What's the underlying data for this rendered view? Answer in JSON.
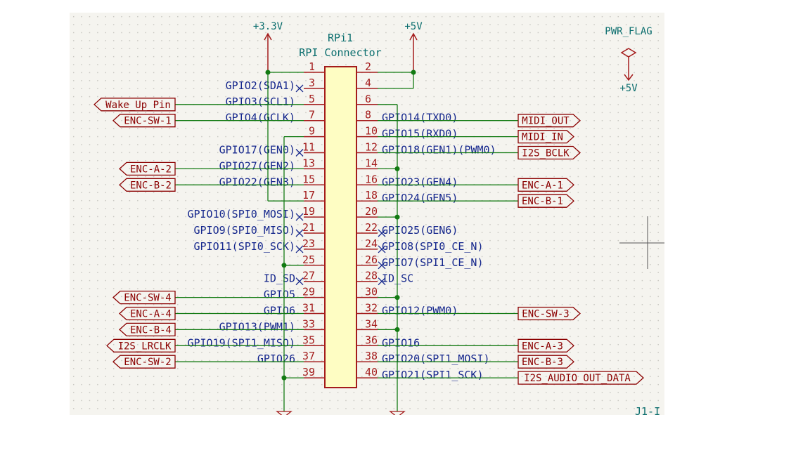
{
  "component": {
    "ref": "RPi1",
    "value": "RPI Connector"
  },
  "power": {
    "v33": "+3.3V",
    "v5": "+5V",
    "flag_title": "PWR_FLAG",
    "flag_value": "+5V"
  },
  "corner_ref": "J1-I",
  "pins_left": [
    {
      "num": "1",
      "name": ""
    },
    {
      "num": "3",
      "name": "GPIO2(SDA1)"
    },
    {
      "num": "5",
      "name": "GPIO3(SCL1)"
    },
    {
      "num": "7",
      "name": "GPIO4(GCLK)"
    },
    {
      "num": "9",
      "name": ""
    },
    {
      "num": "11",
      "name": "GPIO17(GEN0)"
    },
    {
      "num": "13",
      "name": "GPIO27(GEN2)"
    },
    {
      "num": "15",
      "name": "GPIO22(GEN3)"
    },
    {
      "num": "17",
      "name": ""
    },
    {
      "num": "19",
      "name": "GPIO10(SPI0_MOSI)"
    },
    {
      "num": "21",
      "name": "GPIO9(SPI0_MISO)"
    },
    {
      "num": "23",
      "name": "GPIO11(SPI0_SCK)"
    },
    {
      "num": "25",
      "name": ""
    },
    {
      "num": "27",
      "name": "ID_SD"
    },
    {
      "num": "29",
      "name": "GPIO5"
    },
    {
      "num": "31",
      "name": "GPIO6"
    },
    {
      "num": "33",
      "name": "GPIO13(PWM1)"
    },
    {
      "num": "35",
      "name": "GPIO19(SPI1_MISO)"
    },
    {
      "num": "37",
      "name": "GPIO26"
    },
    {
      "num": "39",
      "name": ""
    }
  ],
  "pins_right": [
    {
      "num": "2",
      "name": ""
    },
    {
      "num": "4",
      "name": ""
    },
    {
      "num": "6",
      "name": ""
    },
    {
      "num": "8",
      "name": "GPIO14(TXD0)"
    },
    {
      "num": "10",
      "name": "GPIO15(RXD0)"
    },
    {
      "num": "12",
      "name": "GPIO18(GEN1)(PWM0)"
    },
    {
      "num": "14",
      "name": ""
    },
    {
      "num": "16",
      "name": "GPIO23(GEN4)"
    },
    {
      "num": "18",
      "name": "GPIO24(GEN5)"
    },
    {
      "num": "20",
      "name": ""
    },
    {
      "num": "22",
      "name": "GPIO25(GEN6)"
    },
    {
      "num": "24",
      "name": "GPIO8(SPI0_CE_N)"
    },
    {
      "num": "26",
      "name": "GPIO7(SPI1_CE_N)"
    },
    {
      "num": "28",
      "name": "ID_SC"
    },
    {
      "num": "30",
      "name": ""
    },
    {
      "num": "32",
      "name": "GPIO12(PWM0)"
    },
    {
      "num": "34",
      "name": ""
    },
    {
      "num": "36",
      "name": "GPIO16"
    },
    {
      "num": "38",
      "name": "GPIO20(SPI1_MOSI)"
    },
    {
      "num": "40",
      "name": "GPIO21(SPI1_SCK)"
    }
  ],
  "labels_left": [
    {
      "text": "Wake_Up_Pin",
      "pin": "5"
    },
    {
      "text": "ENC-SW-1",
      "pin": "7"
    },
    {
      "text": "ENC-A-2",
      "pin": "13"
    },
    {
      "text": "ENC-B-2",
      "pin": "15"
    },
    {
      "text": "ENC-SW-4",
      "pin": "29"
    },
    {
      "text": "ENC-A-4",
      "pin": "31"
    },
    {
      "text": "ENC-B-4",
      "pin": "33"
    },
    {
      "text": "I2S_LRCLK",
      "pin": "35"
    },
    {
      "text": "ENC-SW-2",
      "pin": "37"
    }
  ],
  "labels_right": [
    {
      "text": "MIDI_OUT",
      "pin": "8"
    },
    {
      "text": "MIDI_IN",
      "pin": "10"
    },
    {
      "text": "I2S_BCLK",
      "pin": "12"
    },
    {
      "text": "ENC-A-1",
      "pin": "16"
    },
    {
      "text": "ENC-B-1",
      "pin": "18"
    },
    {
      "text": "ENC-SW-3",
      "pin": "32"
    },
    {
      "text": "ENC-A-3",
      "pin": "36"
    },
    {
      "text": "ENC-B-3",
      "pin": "38"
    },
    {
      "text": "I2S_AUDIO_OUT_DATA",
      "pin": "40"
    }
  ],
  "no_connect_left": [
    "3",
    "11",
    "19",
    "21",
    "23",
    "27"
  ],
  "no_connect_right": [
    "22",
    "24",
    "26",
    "28"
  ]
}
